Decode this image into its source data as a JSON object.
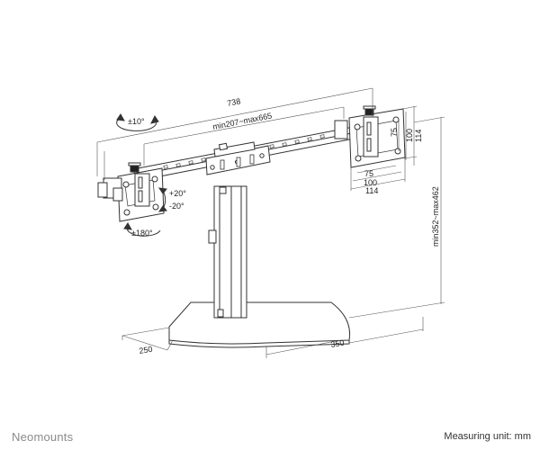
{
  "brand": {
    "name": "Neomounts"
  },
  "footer": {
    "unit_note": "Measuring unit: mm"
  },
  "dimensions": {
    "total_width": "738",
    "arm_range": "min207~max665",
    "height_range": "min352~max462",
    "base_depth": "250",
    "base_width": "350",
    "vesa_h1": "75",
    "vesa_h2": "100",
    "vesa_h3": "114",
    "vesa_v1": "75",
    "vesa_v2": "100",
    "vesa_v3": "114"
  },
  "rotation": {
    "swivel": "±10°",
    "tilt_up": "+20°",
    "tilt_down": "-20°",
    "rotate": "±180°"
  }
}
